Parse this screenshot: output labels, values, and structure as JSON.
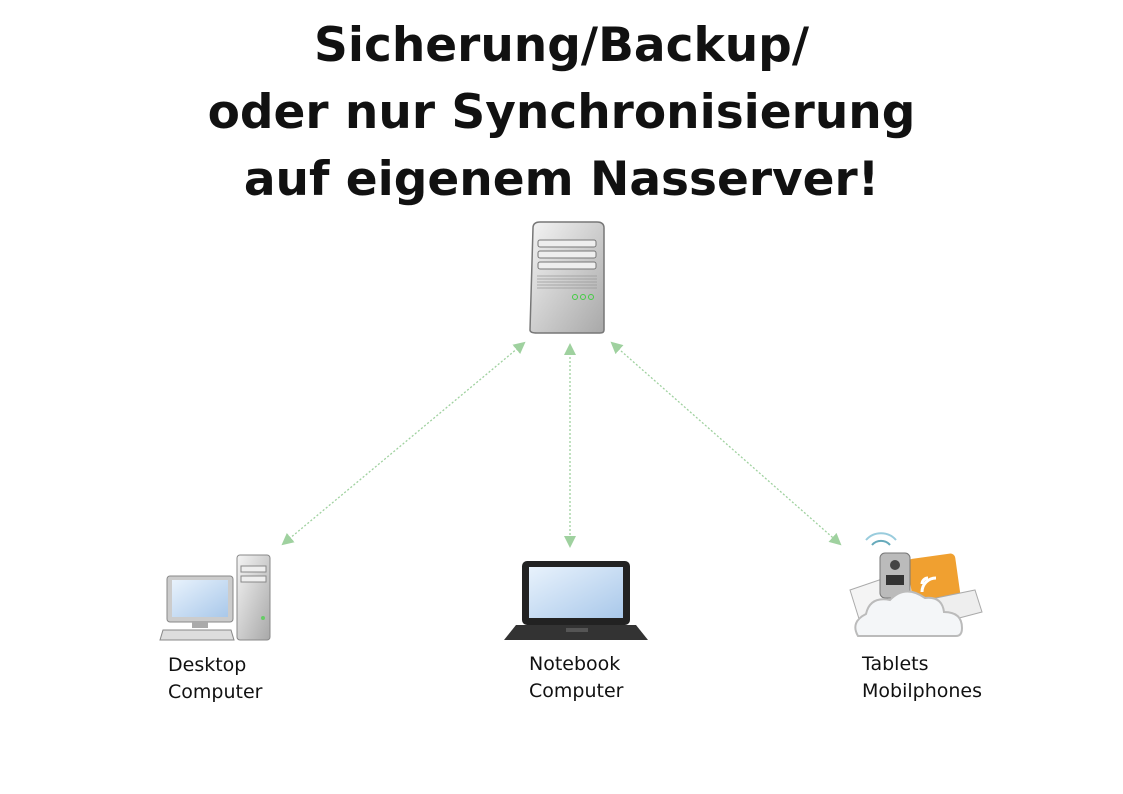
{
  "title": {
    "lines": [
      "Sicherung/Backup/",
      "oder nur Synchronisierung",
      "auf eigenem Nasserver!"
    ]
  },
  "nodes": {
    "server": {
      "icon": "server-icon"
    },
    "desktop": {
      "icon": "desktop-computer-icon",
      "label_lines": [
        "Desktop",
        "Computer"
      ]
    },
    "notebook": {
      "icon": "notebook-icon",
      "label_lines": [
        "Notebook",
        "Computer"
      ]
    },
    "mobile": {
      "icon": "mobile-cloud-icon",
      "label_lines": [
        "Tablets",
        "Mobilphones"
      ]
    }
  },
  "colors": {
    "arrow": "#9fd19f",
    "rss": "#f0a030"
  }
}
